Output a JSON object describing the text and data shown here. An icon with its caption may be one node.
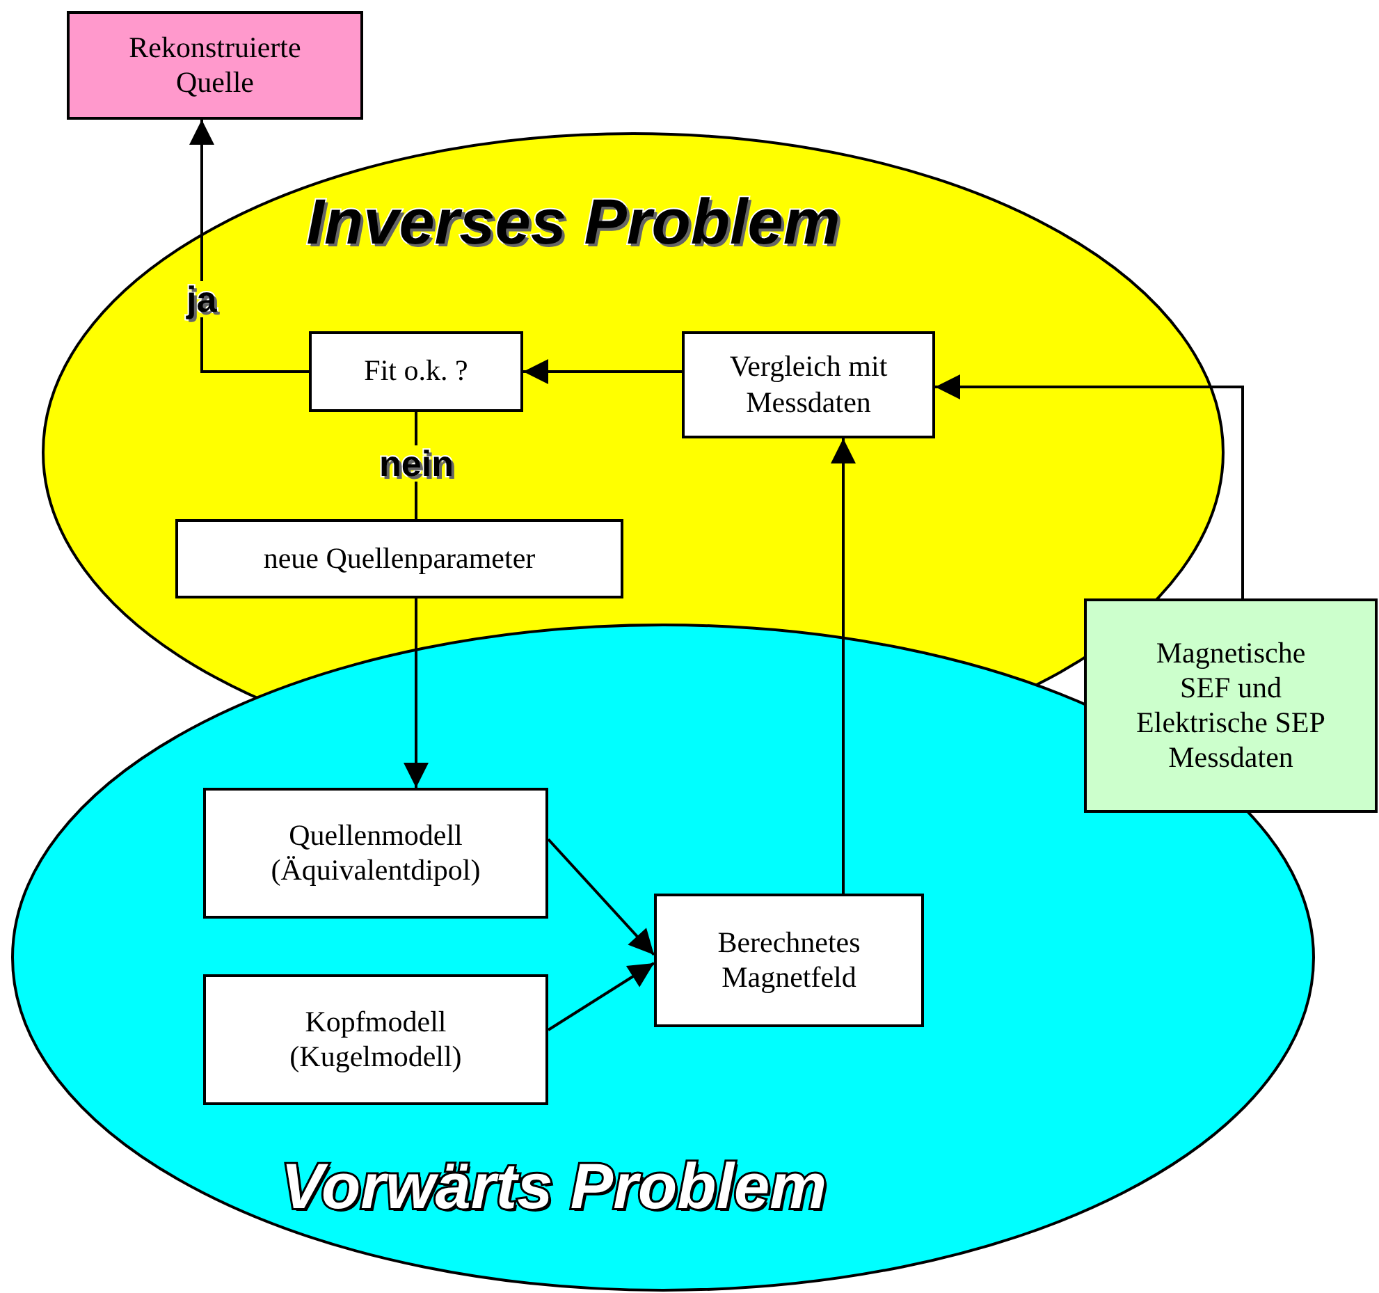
{
  "diagram": {
    "nodes": [
      {
        "text": [
          "Rekonstruierte Quelle"
        ]
      },
      {
        "text": [
          "Inverses Problem"
        ]
      },
      {
        "text": [
          "Fit o.k. ?"
        ],
        "in": 1
      },
      {
        "text": [
          "Vergleich mit Messdaten"
        ],
        "in": 1
      },
      {
        "text": [
          "neue Quellenparameter"
        ],
        "in": 1
      },
      {
        "text": [
          "Vorwärts Problem"
        ]
      },
      {
        "text": [
          "Quellenmodell (Äquivalentdipol)"
        ],
        "in": 5
      },
      {
        "text": [
          "Kopfmodell (Kugelmodell)"
        ],
        "in": 5
      },
      {
        "text": [
          "Berechnetes Magnetfeld"
        ],
        "in": 5
      },
      {
        "text": [
          "Magnetische SEF und Elektrische SEP Messdaten"
        ]
      }
    ],
    "edges": [
      {
        "from": 2,
        "to": 0,
        "arrow": "to",
        "label": "ja"
      },
      {
        "from": 3,
        "to": 2,
        "arrow": "to"
      },
      {
        "from": 2,
        "to": 4,
        "arrow": "none",
        "label": "nein"
      },
      {
        "from": 4,
        "to": 6,
        "arrow": "to"
      },
      {
        "from": 6,
        "to": 8,
        "arrow": "to"
      },
      {
        "from": 7,
        "to": 8,
        "arrow": "to"
      },
      {
        "from": 8,
        "to": 3,
        "arrow": "to"
      },
      {
        "from": 9,
        "to": 3,
        "arrow": "to"
      }
    ]
  }
}
